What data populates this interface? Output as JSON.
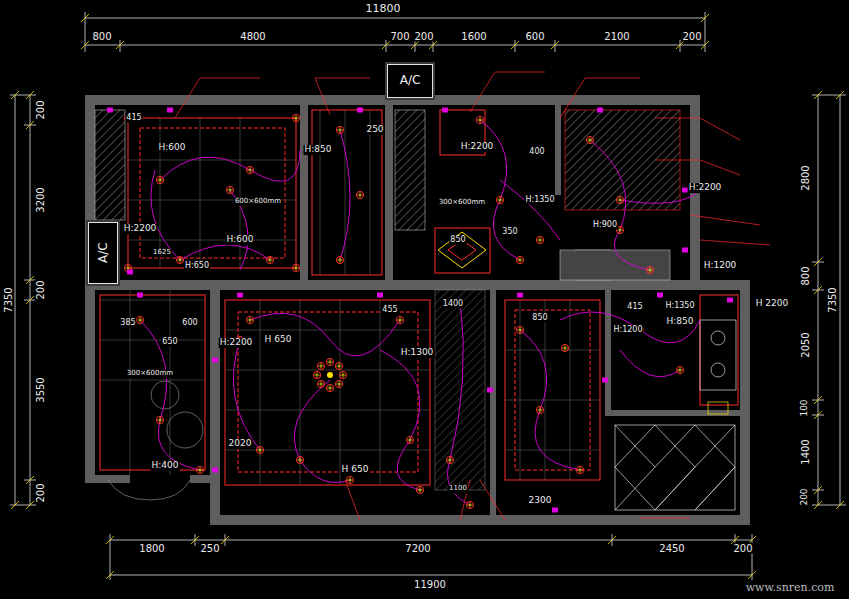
{
  "diagram": {
    "nodes": [
      {
        "text": [
          "A/C"
        ]
      },
      {
        "text": [
          "A/C"
        ]
      }
    ],
    "labels": [
      "11800",
      "800",
      "4800",
      "700",
      "200",
      "1600",
      "600",
      "2100",
      "200",
      "200",
      "3200",
      "200",
      "3550",
      "200",
      "7350",
      "2800",
      "800",
      "2050",
      "100",
      "1400",
      "200",
      "7350",
      "1800",
      "250",
      "7200",
      "2450",
      "200",
      "11900",
      "H:850",
      "H:2200",
      "H:600",
      "H:600",
      "H:2200",
      "H:650",
      "H:1350",
      "H:900",
      "H:2200",
      "H:1200",
      "H 2200",
      "H:1350",
      "H:850",
      "H:1200",
      "H 650",
      "H:2200",
      "H:1300",
      "H 650",
      "H:400",
      "2020",
      "2300",
      "1100",
      "850",
      "350",
      "250",
      "400",
      "385",
      "600",
      "1625",
      "415",
      "415",
      "455",
      "1400",
      "850",
      "650",
      "600×600mm",
      "300×600mm",
      "300×600mm",
      "www.snren.com"
    ]
  }
}
